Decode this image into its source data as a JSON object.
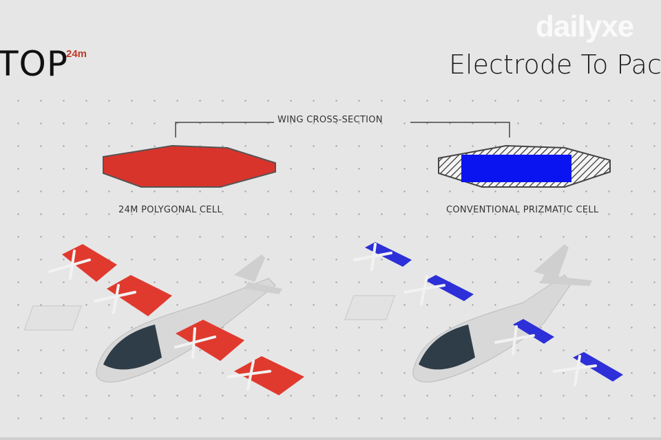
{
  "header": {
    "title_left": "TOP",
    "brand": "24m",
    "title_right": "Electrode To Pac",
    "watermark": "dailyxe"
  },
  "diagram": {
    "section_label": "WING CROSS-SECTION",
    "left_cell_label": "24M POLYGONAL CELL",
    "right_cell_label": "CONVENTIONAL PRIZMATIC CELL",
    "colors": {
      "polygonal": "#d9342b",
      "prismatic": "#0a14f0",
      "background": "#e6e6e6"
    }
  }
}
